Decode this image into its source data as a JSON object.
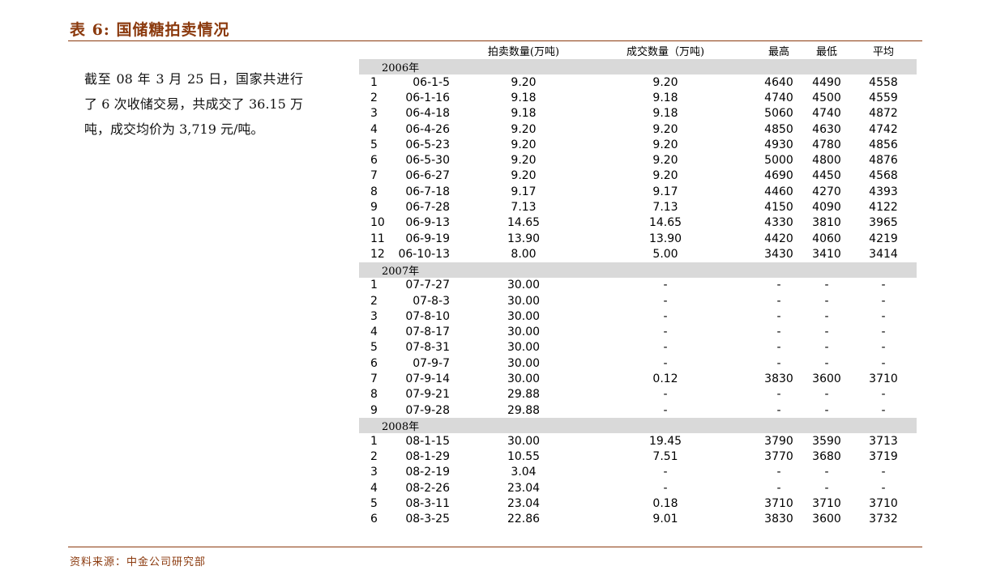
{
  "title": "表 6: 国储糖拍卖情况",
  "side_text": "截至 08 年 3 月 25 日，国家共进行了 6 次收储交易，共成交了 36.15 万吨，成交均价为 3,719 元/吨。",
  "footer": "资料来源：中金公司研究部",
  "table": {
    "headers": [
      "",
      "",
      "拍卖数量(万吨)",
      "成交数量（万吨)",
      "最高",
      "最低",
      "平均"
    ],
    "groups": [
      {
        "year": "2006年",
        "rows": [
          [
            "1",
            "06-1-5",
            "9.20",
            "9.20",
            "4640",
            "4490",
            "4558"
          ],
          [
            "2",
            "06-1-16",
            "9.18",
            "9.18",
            "4740",
            "4500",
            "4559"
          ],
          [
            "3",
            "06-4-18",
            "9.18",
            "9.18",
            "5060",
            "4740",
            "4872"
          ],
          [
            "4",
            "06-4-26",
            "9.20",
            "9.20",
            "4850",
            "4630",
            "4742"
          ],
          [
            "5",
            "06-5-23",
            "9.20",
            "9.20",
            "4930",
            "4780",
            "4856"
          ],
          [
            "6",
            "06-5-30",
            "9.20",
            "9.20",
            "5000",
            "4800",
            "4876"
          ],
          [
            "7",
            "06-6-27",
            "9.20",
            "9.20",
            "4690",
            "4450",
            "4568"
          ],
          [
            "8",
            "06-7-18",
            "9.17",
            "9.17",
            "4460",
            "4270",
            "4393"
          ],
          [
            "9",
            "06-7-28",
            "7.13",
            "7.13",
            "4150",
            "4090",
            "4122"
          ],
          [
            "10",
            "06-9-13",
            "14.65",
            "14.65",
            "4330",
            "3810",
            "3965"
          ],
          [
            "11",
            "06-9-19",
            "13.90",
            "13.90",
            "4420",
            "4060",
            "4219"
          ],
          [
            "12",
            "06-10-13",
            "8.00",
            "5.00",
            "3430",
            "3410",
            "3414"
          ]
        ]
      },
      {
        "year": "2007年",
        "rows": [
          [
            "1",
            "07-7-27",
            "30.00",
            "-",
            "-",
            "-",
            "-"
          ],
          [
            "2",
            "07-8-3",
            "30.00",
            "-",
            "-",
            "-",
            "-"
          ],
          [
            "3",
            "07-8-10",
            "30.00",
            "-",
            "-",
            "-",
            "-"
          ],
          [
            "4",
            "07-8-17",
            "30.00",
            "-",
            "-",
            "-",
            "-"
          ],
          [
            "5",
            "07-8-31",
            "30.00",
            "-",
            "-",
            "-",
            "-"
          ],
          [
            "6",
            "07-9-7",
            "30.00",
            "-",
            "-",
            "-",
            "-"
          ],
          [
            "7",
            "07-9-14",
            "30.00",
            "0.12",
            "3830",
            "3600",
            "3710"
          ],
          [
            "8",
            "07-9-21",
            "29.88",
            "-",
            "-",
            "-",
            "-"
          ],
          [
            "9",
            "07-9-28",
            "29.88",
            "-",
            "-",
            "-",
            "-"
          ]
        ]
      },
      {
        "year": "2008年",
        "rows": [
          [
            "1",
            "08-1-15",
            "30.00",
            "19.45",
            "3790",
            "3590",
            "3713"
          ],
          [
            "2",
            "08-1-29",
            "10.55",
            "7.51",
            "3770",
            "3680",
            "3719"
          ],
          [
            "3",
            "08-2-19",
            "3.04",
            "-",
            "-",
            "-",
            "-"
          ],
          [
            "4",
            "08-2-26",
            "23.04",
            "-",
            "-",
            "-",
            "-"
          ],
          [
            "5",
            "08-3-11",
            "23.04",
            "0.18",
            "3710",
            "3710",
            "3710"
          ],
          [
            "6",
            "08-3-25",
            "22.86",
            "9.01",
            "3830",
            "3600",
            "3732"
          ]
        ]
      }
    ]
  },
  "colors": {
    "accent": "#8b3a0e",
    "year_band": "#d9d9d9"
  }
}
